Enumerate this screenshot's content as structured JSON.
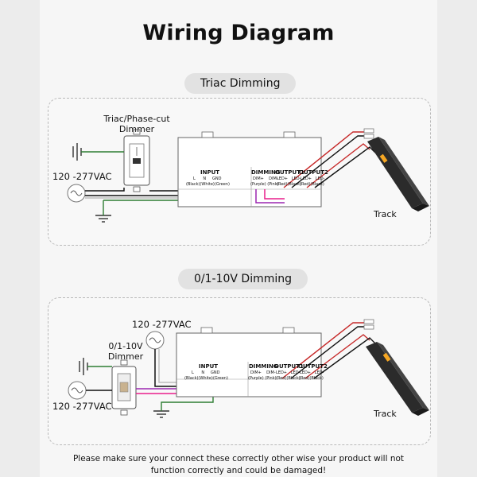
{
  "title": "Wiring Diagram",
  "sections": [
    {
      "name": "Triac Dimming",
      "dimmer_label": "Triac/Phase-cut\nDimmer",
      "voltage_label": "120 -277VAC",
      "track_label": "Track"
    },
    {
      "name": "0/1-10V Dimming",
      "dimmer_label": "0/1-10V\nDimmer",
      "voltage_label_top": "120 -277VAC",
      "voltage_label_bottom": "120 -277VAC",
      "track_label": "Track"
    }
  ],
  "driver": {
    "input_header": "INPUT",
    "input_terms": "L      N     GND",
    "input_colors": "(Black)(White)(Green)",
    "dimming_header": "DIMMING",
    "dimming_terms": "DIM+    DIM-",
    "dimming_colors": "(Purple) (Pink)",
    "output1_header": "OUTPUT1",
    "output1_terms": "LED+   LED-",
    "output1_colors": "(Red)(Black)",
    "output2_header": "OUTPUT2",
    "output2_terms": "LED+   LED-",
    "output2_colors": "(Red)(Black)"
  },
  "footer": "Please make sure your connect these correctly other wise your product will not\nfunction correctly and could be damaged!",
  "colors": {
    "live": "#111111",
    "neutral": "#bdbdbd",
    "ground": "#2e7d32",
    "dim_plus": "#9c27b0",
    "dim_minus": "#e91e8c",
    "led_plus": "#c62828",
    "led_minus": "#111111"
  }
}
